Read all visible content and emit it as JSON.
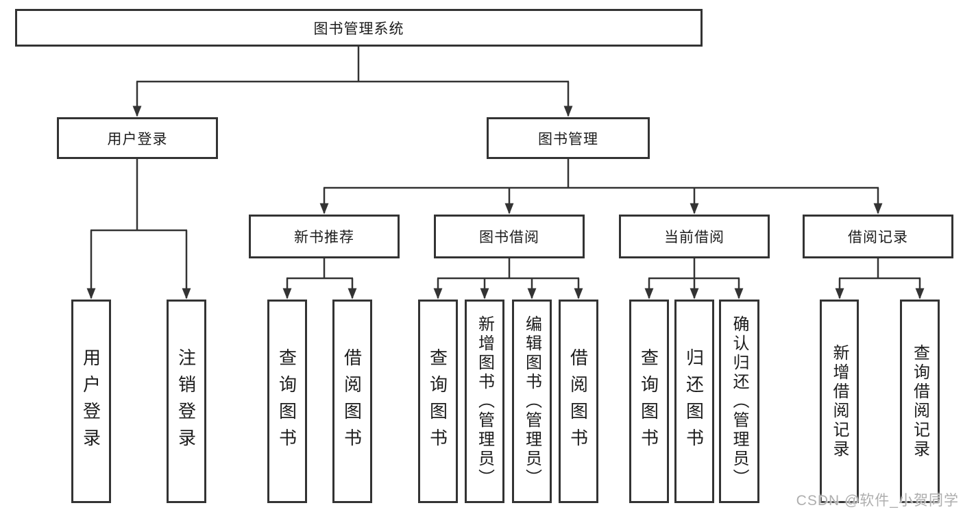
{
  "nodes": {
    "root": {
      "label": "图书管理系统"
    },
    "user_login": {
      "label": "用户登录"
    },
    "book_mgmt": {
      "label": "图书管理"
    },
    "new_book_rec": {
      "label": "新书推荐"
    },
    "book_borrow": {
      "label": "图书借阅"
    },
    "current_borrow": {
      "label": "当前借阅"
    },
    "borrow_record": {
      "label": "借阅记录"
    },
    "leaf_user_login": {
      "label": "用户登录"
    },
    "leaf_logout_login": {
      "label": "注销登录"
    },
    "leaf_query_book_rec": {
      "label": "查询图书"
    },
    "leaf_borrow_book_rec": {
      "label": "借阅图书"
    },
    "leaf_query_book_borrow": {
      "label": "查询图书"
    },
    "leaf_add_book_admin": {
      "label": "新增图书（管理员）"
    },
    "leaf_edit_book_admin": {
      "label": "编辑图书（管理员）"
    },
    "leaf_borrow_book_borrow": {
      "label": "借阅图书"
    },
    "leaf_query_book_current": {
      "label": "查询图书"
    },
    "leaf_return_book": {
      "label": "归还图书"
    },
    "leaf_confirm_return_admin": {
      "label": "确认归还（管理员）"
    },
    "leaf_add_borrow_record": {
      "label": "新增借阅记录"
    },
    "leaf_query_borrow_record": {
      "label": "查询借阅记录"
    }
  },
  "edges": [
    [
      "root",
      "user_login"
    ],
    [
      "root",
      "book_mgmt"
    ],
    [
      "user_login",
      "leaf_user_login"
    ],
    [
      "user_login",
      "leaf_logout_login"
    ],
    [
      "book_mgmt",
      "new_book_rec"
    ],
    [
      "book_mgmt",
      "book_borrow"
    ],
    [
      "book_mgmt",
      "current_borrow"
    ],
    [
      "book_mgmt",
      "borrow_record"
    ],
    [
      "new_book_rec",
      "leaf_query_book_rec"
    ],
    [
      "new_book_rec",
      "leaf_borrow_book_rec"
    ],
    [
      "book_borrow",
      "leaf_query_book_borrow"
    ],
    [
      "book_borrow",
      "leaf_add_book_admin"
    ],
    [
      "book_borrow",
      "leaf_edit_book_admin"
    ],
    [
      "book_borrow",
      "leaf_borrow_book_borrow"
    ],
    [
      "current_borrow",
      "leaf_query_book_current"
    ],
    [
      "current_borrow",
      "leaf_return_book"
    ],
    [
      "current_borrow",
      "leaf_confirm_return_admin"
    ],
    [
      "borrow_record",
      "leaf_add_borrow_record"
    ],
    [
      "borrow_record",
      "leaf_query_borrow_record"
    ]
  ],
  "watermark": {
    "text": "CSDN @软件_小贺同学"
  },
  "colors": {
    "line": "#333333",
    "box_border": "#333333",
    "box_fill": "#ffffff",
    "text": "#1c1c1c",
    "watermark": "#aeaeae"
  }
}
